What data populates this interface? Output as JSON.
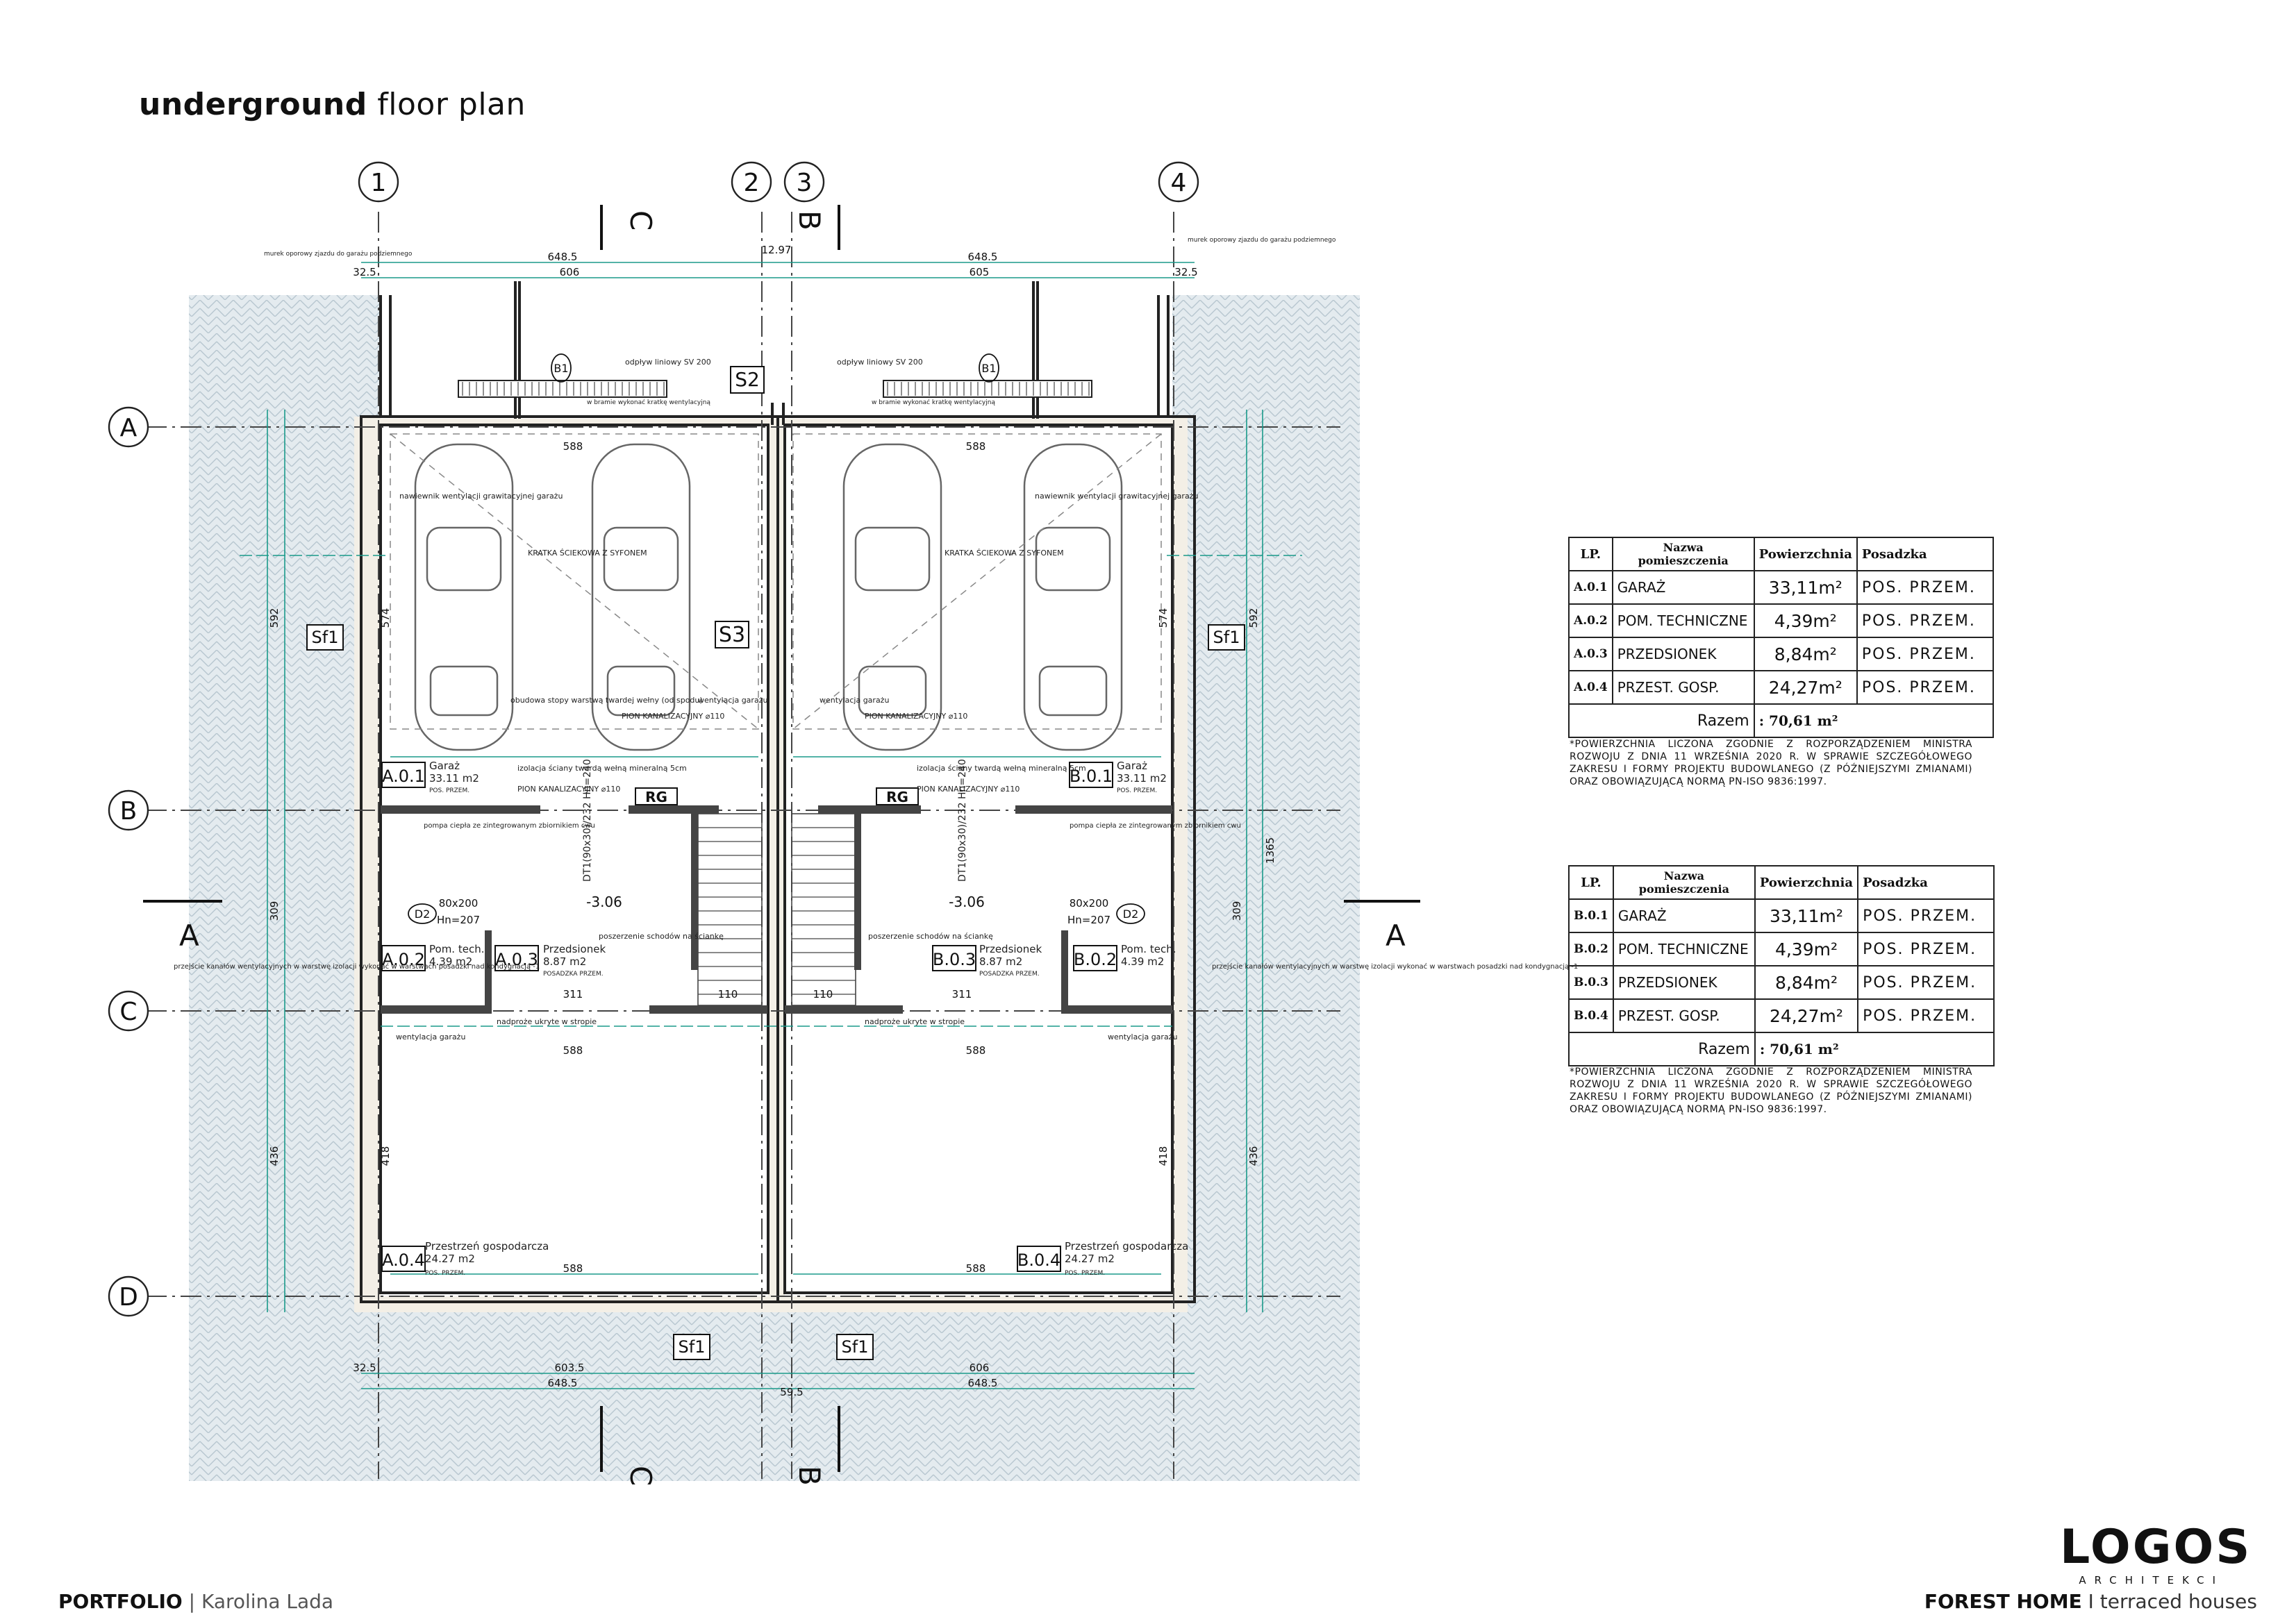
{
  "title": {
    "bold": "underground",
    "rest": "floor plan"
  },
  "axes": {
    "numbers": [
      "1",
      "2",
      "3",
      "4"
    ],
    "letters": [
      "A",
      "B",
      "C",
      "D"
    ]
  },
  "sections": {
    "c": "C",
    "b": "B",
    "a": "A"
  },
  "rooms": [
    {
      "code": "A.0.1",
      "name": "Garaż",
      "area": "33.11 m2",
      "floor": "POS. PRZEM."
    },
    {
      "code": "A.0.2",
      "name": "Pom. tech.",
      "area": "4.39 m2",
      "floor": "POS. PRZEM."
    },
    {
      "code": "A.0.3",
      "name": "Przedsionek",
      "area": "8.87 m2",
      "floor": "POSADZKA PRZEM."
    },
    {
      "code": "A.0.4",
      "name": "Przestrzeń gospodarcza",
      "area": "24.27 m2",
      "floor": "POS. PRZEM."
    },
    {
      "code": "B.0.1",
      "name": "Garaż",
      "area": "33.11 m2",
      "floor": "POS. PRZEM."
    },
    {
      "code": "B.0.2",
      "name": "Pom. tech.",
      "area": "4.39 m2",
      "floor": "POS. PRZEM."
    },
    {
      "code": "B.0.3",
      "name": "Przedsionek",
      "area": "8.87 m2",
      "floor": "POSADZKA PRZEM."
    },
    {
      "code": "B.0.4",
      "name": "Przestrzeń gospodarcza",
      "area": "24.27 m2",
      "floor": "POS. PRZEM."
    }
  ],
  "tags": {
    "sf1": "Sf1",
    "s2": "S2",
    "s3": "S3",
    "d2": "D2",
    "rg": "RG",
    "b1": "B1"
  },
  "dims": {
    "top_total": "648.5",
    "top_left_inner": "606",
    "top_right_inner": "605",
    "mid_gap": "12.97",
    "bottom_left_inner": "603.5",
    "bottom_right_inner": "606",
    "bottom_total": "648.5",
    "garage_inner": "588",
    "hall": "311",
    "stair": "110",
    "wall": "32.5",
    "left_vert_1": "592",
    "left_vert_2": "309",
    "left_vert_3": "436",
    "right_vert_1": "592",
    "right_vert_2": "309",
    "right_vert_3": "436",
    "right_total": "1365",
    "inner_574": "574",
    "inner_418": "418",
    "door": "80x200",
    "door_h": "Hn=207",
    "level": "-3.06",
    "tail_left": "59.5"
  },
  "notes_plan": {
    "kratka": "KRATKA ŚCIEKOWA Z SYFONEM",
    "nawiewnik": "nawiewnik wentylacji grawitacyjnej garażu",
    "odplyw": "odpływ liniowy SV 200",
    "brama": "w bramie wykonać kratkę wentylacyjną",
    "murek": "murek oporowy zjazdu do garażu podziemnego",
    "pion": "PION KANALIZACYJNY ⌀110",
    "izolacja": "izolacja ściany twardą wełną mineralną 5cm",
    "obudowa": "obudowa stopy warstwą twardej wełny (od spodu)",
    "poszerzenie": "poszerzenie schodów na ściankę",
    "nadproze": "nadproże ukryte w stropie",
    "wentylacja": "wentylacja garażu",
    "przejscie": "przejście kanałów wentylacyjnych w warstwę izolacji wykonać w warstwach posadzki nad kondygnacją -1",
    "pompa": "pompa ciepła ze zintegrowanym zbiornikiem cwu",
    "stairs": "DT1(90x30)/232 Hn=240"
  },
  "table_headers": [
    "LP.",
    "Nazwa pomieszczenia",
    "Powierzchnia",
    "Posadzka"
  ],
  "table_a": {
    "rows": [
      {
        "lp": "A.0.1",
        "name": "GARAŻ",
        "area": "33,11m²",
        "floor": "POS. PRZEM."
      },
      {
        "lp": "A.0.2",
        "name": "POM. TECHNICZNE",
        "area": "4,39m²",
        "floor": "POS. PRZEM."
      },
      {
        "lp": "A.0.3",
        "name": "PRZEDSIONEK",
        "area": "8,84m²",
        "floor": "POS. PRZEM."
      },
      {
        "lp": "A.0.4",
        "name": "PRZEST. GOSP.",
        "area": "24,27m²",
        "floor": "POS. PRZEM."
      }
    ],
    "total_label": "Razem",
    "total_value": ": 70,61 m²"
  },
  "table_b": {
    "rows": [
      {
        "lp": "B.0.1",
        "name": "GARAŻ",
        "area": "33,11m²",
        "floor": "POS. PRZEM."
      },
      {
        "lp": "B.0.2",
        "name": "POM. TECHNICZNE",
        "area": "4,39m²",
        "floor": "POS. PRZEM."
      },
      {
        "lp": "B.0.3",
        "name": "PRZEDSIONEK",
        "area": "8,84m²",
        "floor": "POS. PRZEM."
      },
      {
        "lp": "B.0.4",
        "name": "PRZEST. GOSP.",
        "area": "24,27m²",
        "floor": "POS. PRZEM."
      }
    ],
    "total_label": "Razem",
    "total_value": ": 70,61 m²"
  },
  "table_note": "*POWIERZCHNIA LICZONA ZGODNIE Z ROZPORZĄDZENIEM MINISTRA ROZWOJU Z DNIA 11 WRZEŚNIA 2020 R. W SPRAWIE SZCZEGÓŁOWEGO ZAKRESU I FORMY PROJEKTU BUDOWLANEGO (Z PÓŹNIEJSZYMI ZMIANAMI) ORAZ OBOWIĄZUJĄCĄ NORMĄ PN-ISO 9836:1997.",
  "footer_left": {
    "bold": "PORTFOLIO",
    "rest": "| Karolina Lada"
  },
  "footer_right": {
    "bold": "FOREST HOME",
    "rest": "I terraced houses"
  },
  "logo": {
    "main": "LOGOS",
    "sub": "ARCHITEKCI"
  },
  "colors": {
    "dim": "#1a9a8a",
    "wall": "#333333",
    "hatch": "#c9d6dd",
    "grid": "#555555"
  }
}
